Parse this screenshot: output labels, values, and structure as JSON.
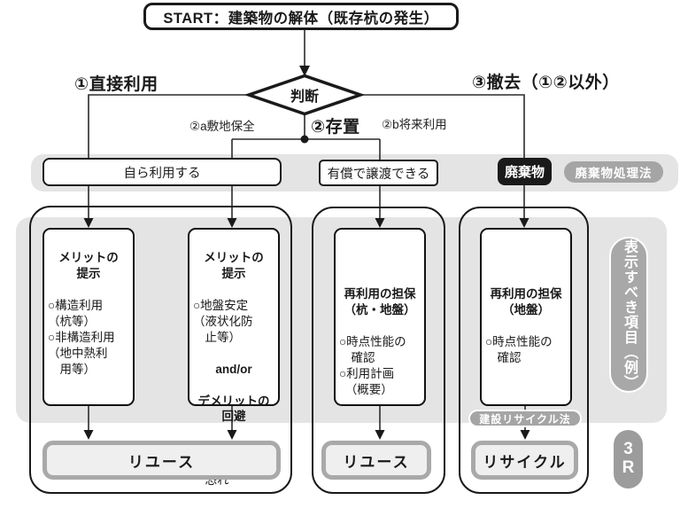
{
  "start": {
    "label": "START：建築物の解体（既存杭の発生）"
  },
  "decision": {
    "label": "判断"
  },
  "branches": {
    "direct_use": "①直接利用",
    "leave_in_place": "②存置",
    "site_preservation": "②a敷地保全",
    "future_use": "②b将来利用",
    "removal": "③撤去（①②以外）"
  },
  "band": {
    "self_use": "自ら利用する",
    "paid_transfer": "有償で譲渡できる",
    "waste": "廃棄物",
    "waste_law": "廃棄物処理法"
  },
  "cards": {
    "card1": {
      "heading": "メリットの\n提示",
      "body": "○構造利用\n（杭等）\n○非構造利用\n（地中熱利\n　用等）"
    },
    "card2": {
      "heading": "メリットの\n提示",
      "body1": "○地盤安定\n（液状化防\n　止等）",
      "connector": "and/or",
      "heading2": "デメリットの\n回避",
      "body2": "○撤去による\n　性能低下の\n　恐れ"
    },
    "card3": {
      "heading": "再利用の担保\n（杭・地盤）",
      "body": "○時点性能の\n　確認\n○利用計画\n　（概要）"
    },
    "card4": {
      "heading": "再利用の担保\n（地盤）",
      "body": "○時点性能の\n　確認"
    }
  },
  "outcomes": {
    "reuse_left": "リユース",
    "reuse_mid": "リユース",
    "recycle": "リサイクル"
  },
  "pills": {
    "recycle_law": "建設リサイクル法",
    "display_items": "表示すべき項目（例）",
    "badge_3r": "3\nR"
  },
  "colors": {
    "ink": "#1a1a1a",
    "light_gray_area": "#e4e4e4",
    "pill_gray": "#a5a5a5",
    "outcome_border": "#a9a9a9"
  }
}
